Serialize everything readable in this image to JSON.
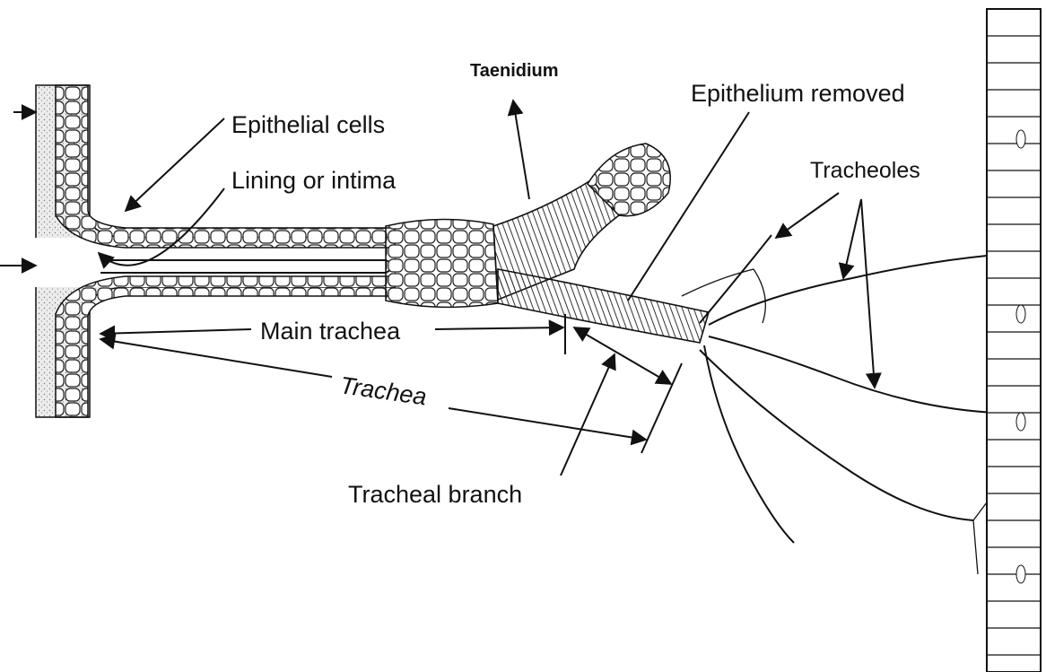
{
  "labels": {
    "taenidium": "Taenidium",
    "epithelial_cells": "Epithelial cells",
    "lining_or_intima": "Lining or intima",
    "epithelium_removed": "Epithelium removed",
    "tracheoles": "Tracheoles",
    "main_trachea": "Main trachea",
    "trachea": "Trachea",
    "tracheal_branch": "Tracheal branch"
  },
  "colors": {
    "ink": "#111111",
    "stipple": "#d9d9d9",
    "background": "#ffffff"
  }
}
